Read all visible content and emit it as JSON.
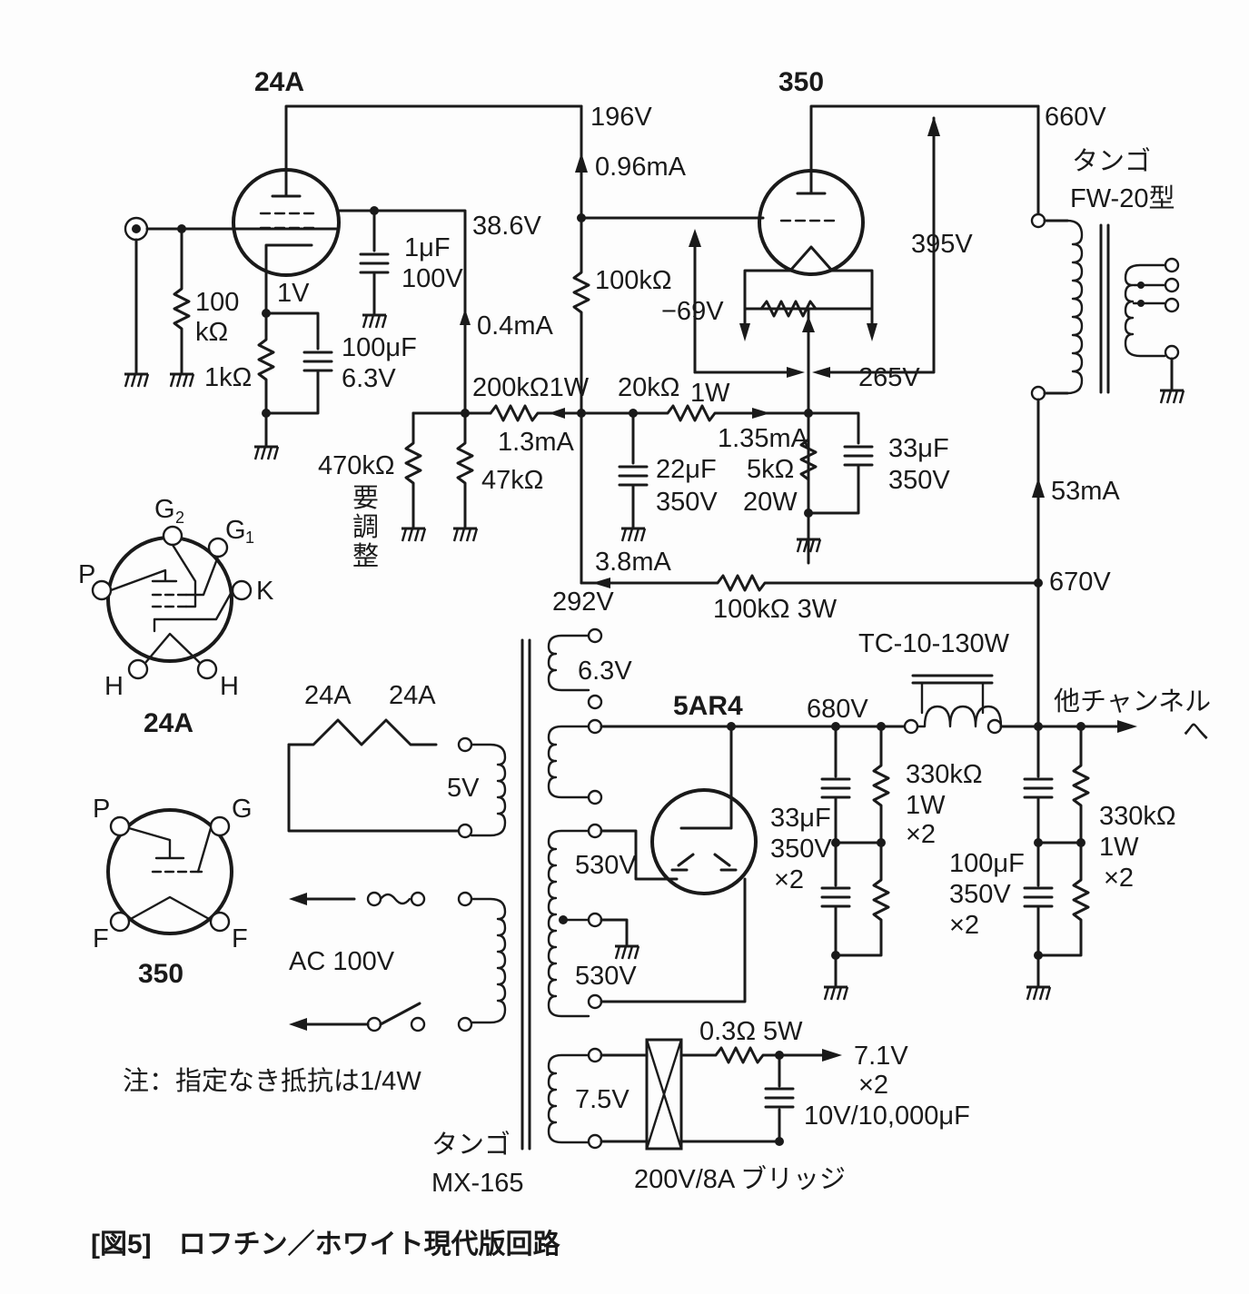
{
  "tubes": {
    "t24a": "24A",
    "t350": "350",
    "t5ar4": "5AR4"
  },
  "voltages": {
    "v196": "196V",
    "v386": "38.6V",
    "v1": "1V",
    "v660": "660V",
    "v395": "395V",
    "vm69": "−69V",
    "v265": "265V",
    "v670": "670V",
    "v292": "292V",
    "v680": "680V"
  },
  "currents": {
    "i096": "0.96mA",
    "i04": "0.4mA",
    "i13": "1.3mA",
    "i135": "1.35mA",
    "i38": "3.8mA",
    "i53": "53mA"
  },
  "components": {
    "r100k_in_1": "100",
    "r100k_in_2": "kΩ",
    "r1k": "1kΩ",
    "c1u_1": "1μF",
    "c1u_2": "100V",
    "c100u_1": "100μF",
    "c100u_2": "6.3V",
    "r100k": "100kΩ",
    "r200k": "200kΩ1W",
    "r20k_1": "20kΩ",
    "r20k_2": "1W",
    "r470k": "470kΩ",
    "r470k_note": [
      "要",
      "調",
      "整"
    ],
    "r47k": "47kΩ",
    "c22u_1": "22μF",
    "c22u_2": "350V",
    "r5k_1": "5kΩ",
    "r5k_2": "20W",
    "c33u_1": "33μF",
    "c33u_2": "350V",
    "r100k3w": "100kΩ 3W",
    "choke": "TC-10-130W",
    "c33x2_1": "33μF",
    "c33x2_2": "350V",
    "c33x2_3": "×2",
    "r330k_a1": "330kΩ",
    "r330k_a2": "1W",
    "r330k_a3": "×2",
    "c100x2_1": "100μF",
    "c100x2_2": "350V",
    "c100x2_3": "×2",
    "r330k_b1": "330kΩ",
    "r330k_b2": "1W",
    "r330k_b3": "×2",
    "r03": "0.3Ω 5W",
    "v71": "7.1V",
    "v71x2": "×2",
    "c10000": "10V/10,000μF",
    "bridge": "200V/8A",
    "bridge_name": "ブリッジ"
  },
  "transformer": {
    "out_name_1": "タンゴ",
    "out_name_2": "FW-20型",
    "power_name_1": "タンゴ",
    "power_name_2": "MX-165",
    "w63": "6.3V",
    "w5": "5V",
    "w530a": "530V",
    "w530b": "530V",
    "w75": "7.5V",
    "heaters": [
      "24A",
      "24A"
    ],
    "ac": "AC 100V"
  },
  "other_channel_1": "他チャンネル",
  "other_channel_2": "へ",
  "note": "注：指定なき抵抗は1/4W",
  "pinouts": {
    "p24a": {
      "P": "P",
      "G2": "G",
      "G2sub": "2",
      "G1": "G",
      "G1sub": "1",
      "K": "K",
      "H1": "H",
      "H2": "H",
      "name": "24A"
    },
    "p350": {
      "P": "P",
      "G": "G",
      "F1": "F",
      "F2": "F",
      "name": "350"
    }
  },
  "caption": "[図5]　ロフチン／ホワイト現代版回路"
}
